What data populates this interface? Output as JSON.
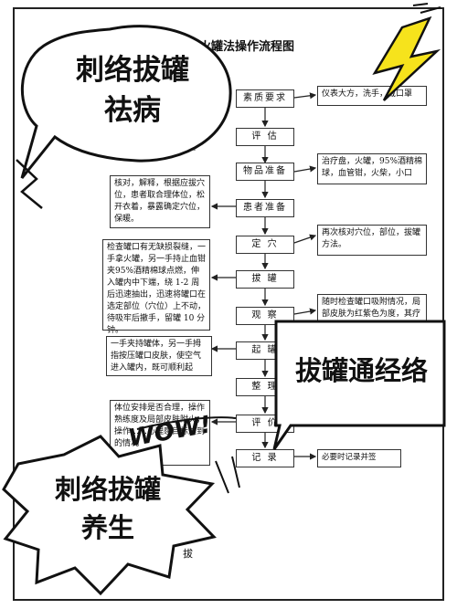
{
  "flowchart": {
    "title": "拔火罐法操作流程图",
    "steps": [
      "素质要求",
      "评 估",
      "物品准备",
      "患者准备",
      "定 穴",
      "拔 罐",
      "观 察",
      "起 罐",
      "整 理",
      "评 价",
      "记 录"
    ],
    "right_notes": [
      "仪表大方，洗手，戴口罩",
      "治疗盘，火罐，95%酒精棉球，血管钳，火柴，小口",
      "再次核对穴位，部位，拔罐方法。",
      "随时检查罐口吸附情况，局部皮肤为红紫色为度，其疗效是",
      "必要时记录并签"
    ],
    "left_notes": [
      "核对，解释，根据应拔穴位，患者取合理体位，松开衣着，暴露确定穴位，保暖。",
      "检查罐口有无缺损裂缝，一手拿火罐，另一手持止血钳夹95%酒精棉球点燃，伸入罐内中下端，绕 1-2 周后迅速抽出，迅速将罐口在选定部位（穴位）上不动，待吸牢后撤手，留罐 10 分钟。",
      "一手夹持罐体，另一手拇指按压罐口皮肤，使空气进入罐内，既可顺利起",
      "体位安排是否合理，操作熟练度及局部皮肤附火，操作……心理感目标达到的情况"
    ],
    "partial_label": "心理",
    "bottom_fragment": "拔"
  },
  "overlays": {
    "bubble_top": [
      "刺络拔罐",
      "祛病"
    ],
    "bubble_mid": "拔罐通经络",
    "bubble_bottom": [
      "刺络拔罐",
      "养生"
    ],
    "wow": "WOW!"
  },
  "colors": {
    "lightning": "#f6e31c",
    "ink": "#111111"
  }
}
